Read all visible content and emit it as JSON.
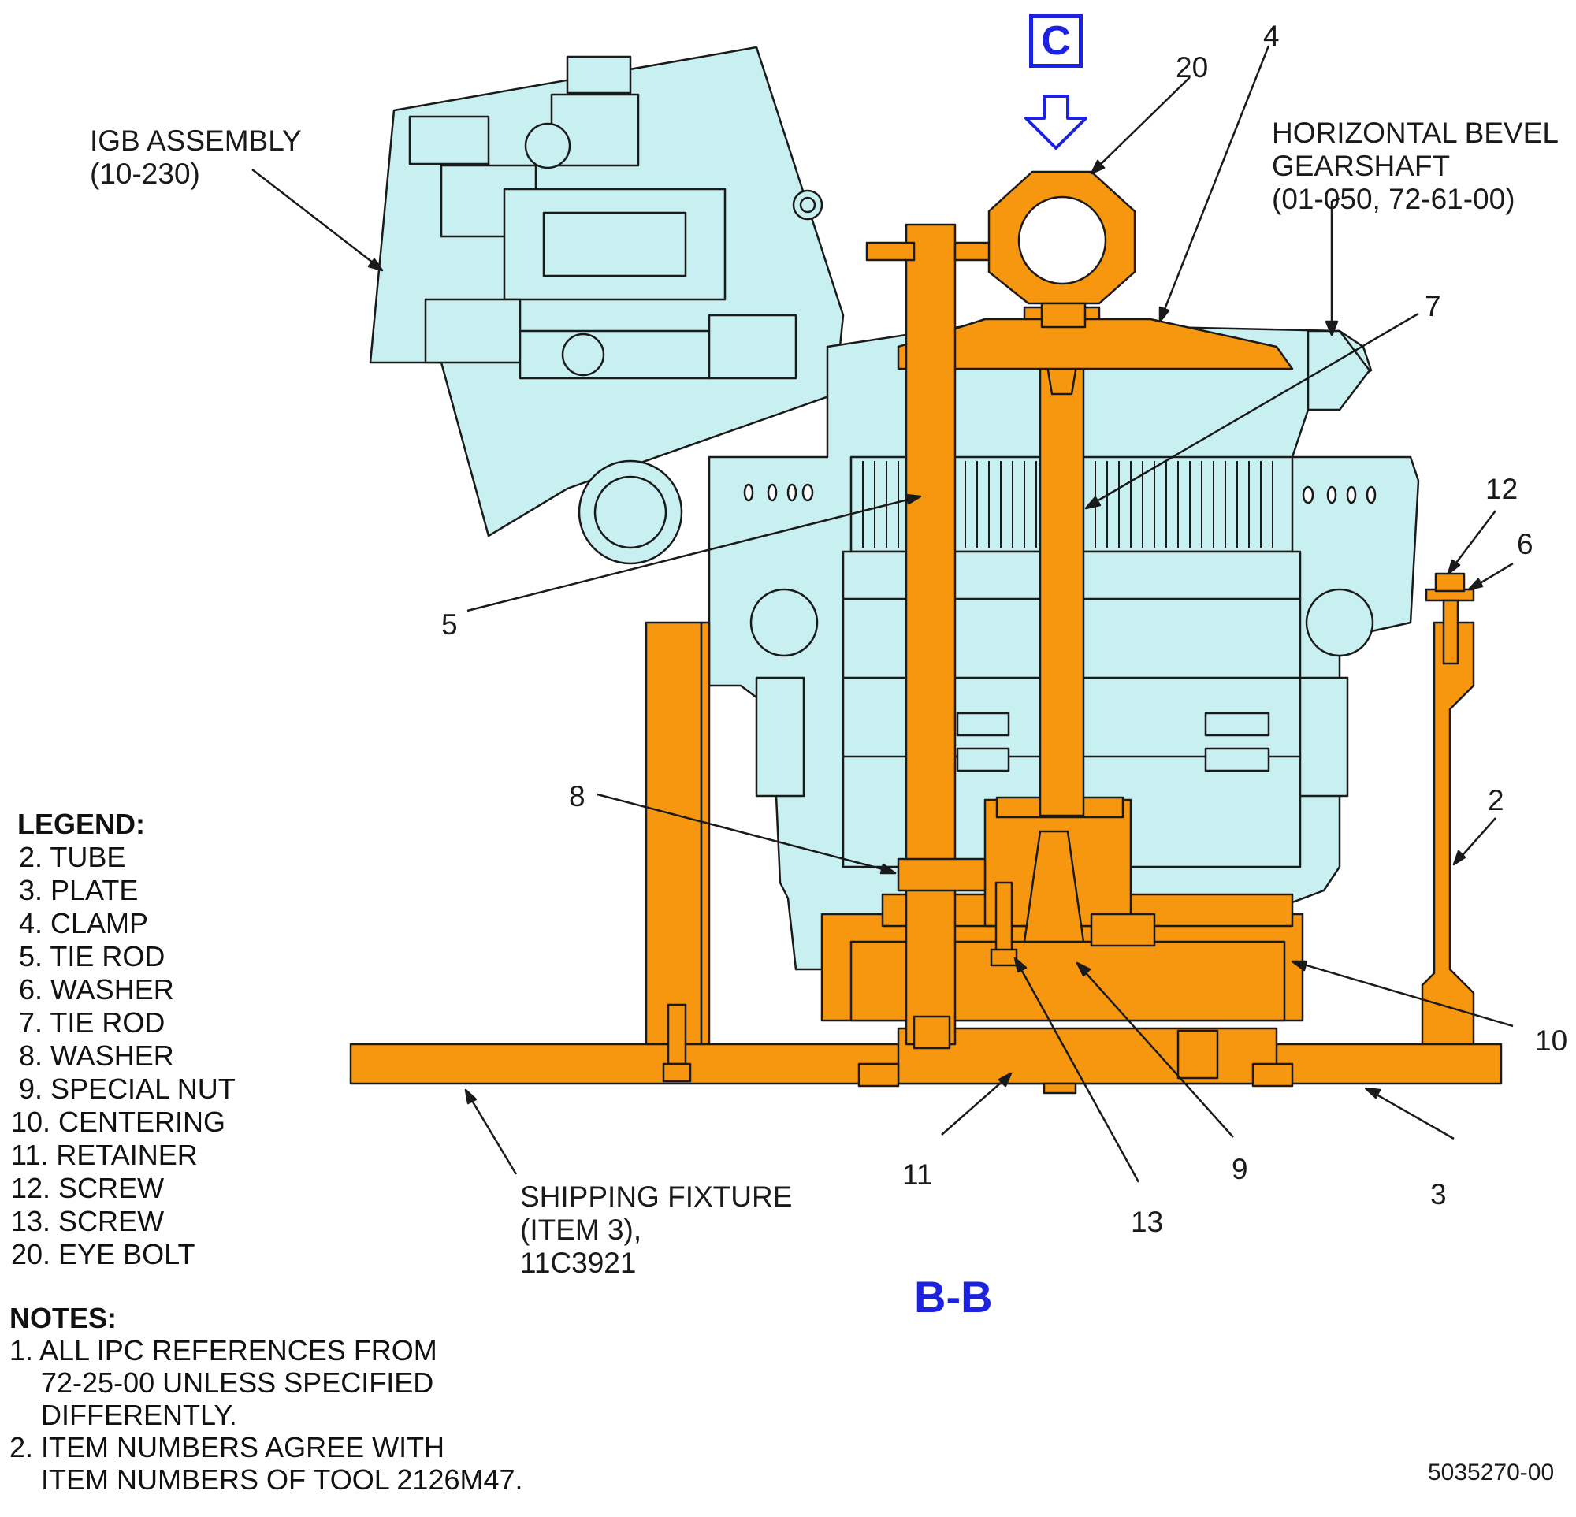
{
  "labels": {
    "igb_assembly": [
      "IGB ASSEMBLY",
      "(10-230)"
    ],
    "horizontal_bevel": [
      "HORIZONTAL BEVEL",
      "GEARSHAFT",
      "(01-050, 72-61-00)"
    ],
    "shipping_fixture": [
      "SHIPPING FIXTURE",
      "(ITEM 3),",
      "11C3921"
    ]
  },
  "view_letter": "C",
  "section_label": "B-B",
  "figure_id": "5035270-00",
  "callouts": [
    "20",
    "4",
    "7",
    "12",
    "6",
    "5",
    "8",
    "2",
    "10",
    "11",
    "13",
    "9",
    "3"
  ],
  "legend": {
    "title": "LEGEND:",
    "items": [
      " 2. TUBE",
      " 3. PLATE",
      " 4. CLAMP",
      " 5. TIE ROD",
      " 6. WASHER",
      " 7. TIE ROD",
      " 8. WASHER",
      " 9. SPECIAL NUT",
      "10. CENTERING",
      "11. RETAINER",
      "12. SCREW",
      "13. SCREW",
      "20. EYE BOLT"
    ]
  },
  "notes": {
    "title": "NOTES:",
    "items": [
      "1. ALL IPC REFERENCES FROM",
      "    72-25-00 UNLESS SPECIFIED",
      "    DIFFERENTLY.",
      "2. ITEM NUMBERS AGREE WITH",
      "    ITEM NUMBERS OF TOOL 2126M47."
    ]
  },
  "colors": {
    "assembly_fill": "#c8f0f0",
    "fixture_fill": "#f7960f",
    "line": "#1a1a1a",
    "accent_blue": "#1c22e0"
  }
}
